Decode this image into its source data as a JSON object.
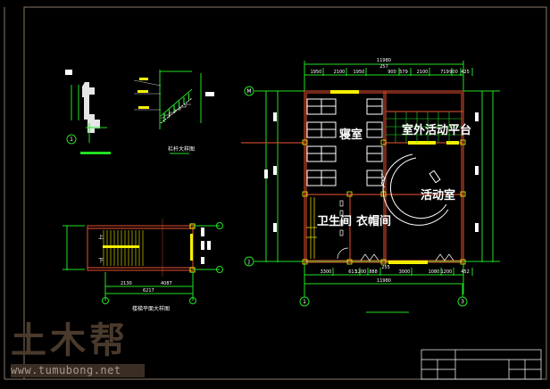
{
  "plan": {
    "rooms": {
      "bedroom": "寝室",
      "terrace": "室外活动平台",
      "activity": "活动室",
      "bathroom": "卫生间",
      "cloakroom": "衣帽间"
    },
    "axes": {
      "top": "M",
      "bottom": "J",
      "left": "1",
      "right": "3"
    },
    "top_dims": {
      "overall": "11980",
      "mid": "257",
      "segments": [
        "1950",
        "2100",
        "1950",
        "900",
        "579",
        "2100",
        "719",
        "900",
        "425"
      ]
    },
    "bottom_dims": {
      "overall": "11980",
      "mid": "255",
      "segments": [
        "3300",
        "613",
        "1200",
        "888",
        "3000",
        "1080",
        "1200",
        "452"
      ]
    }
  },
  "stair": {
    "caption": "楼梯平面大样图",
    "dims": [
      "2130",
      "4087",
      "6217"
    ],
    "up": "上",
    "down": "下"
  },
  "railing": {
    "caption": "栏杆大样图"
  },
  "detail": {
    "axis": "1"
  },
  "watermark": {
    "logo": "土木帮",
    "url": "www.tumubong.net"
  },
  "colors": {
    "wall": "#c0442a",
    "dim": "#22e022",
    "window": "#f5f000",
    "frame": "#8a7868"
  }
}
